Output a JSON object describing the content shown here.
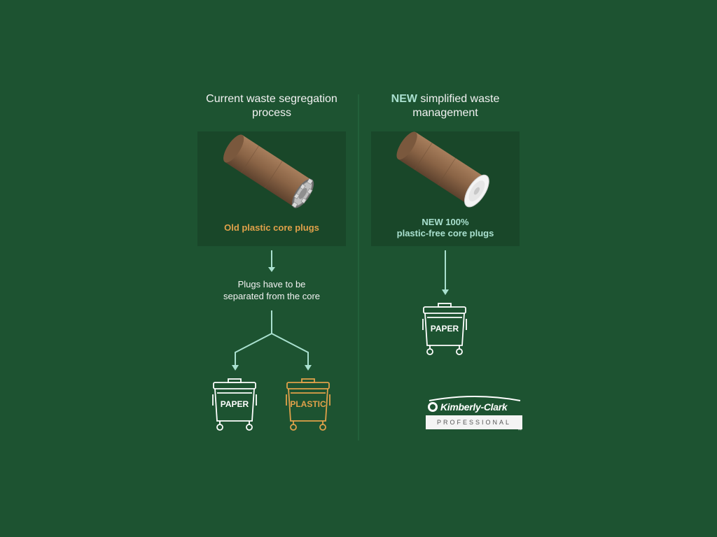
{
  "left": {
    "title": "Current waste segregation process",
    "caption": "Old plastic core plugs",
    "note_line1": "Plugs have to be",
    "note_line2": "separated from the core",
    "bins": [
      {
        "label": "PAPER",
        "color": "#ffffff"
      },
      {
        "label": "PLASTIC",
        "color": "#e0a14a"
      }
    ]
  },
  "right": {
    "title_highlight": "NEW",
    "title_rest": "simplified waste management",
    "caption_line1": "NEW 100%",
    "caption_line2": "plastic-free core plugs",
    "bin": {
      "label": "PAPER",
      "color": "#ffffff"
    }
  },
  "logo": {
    "brand": "Kimberly-Clark",
    "sub": "PROFESSIONAL",
    "tm": "™"
  },
  "colors": {
    "background": "#1d5331",
    "panel": "#194729",
    "accent_mint": "#a9e0cf",
    "accent_orange": "#e0a14a"
  }
}
